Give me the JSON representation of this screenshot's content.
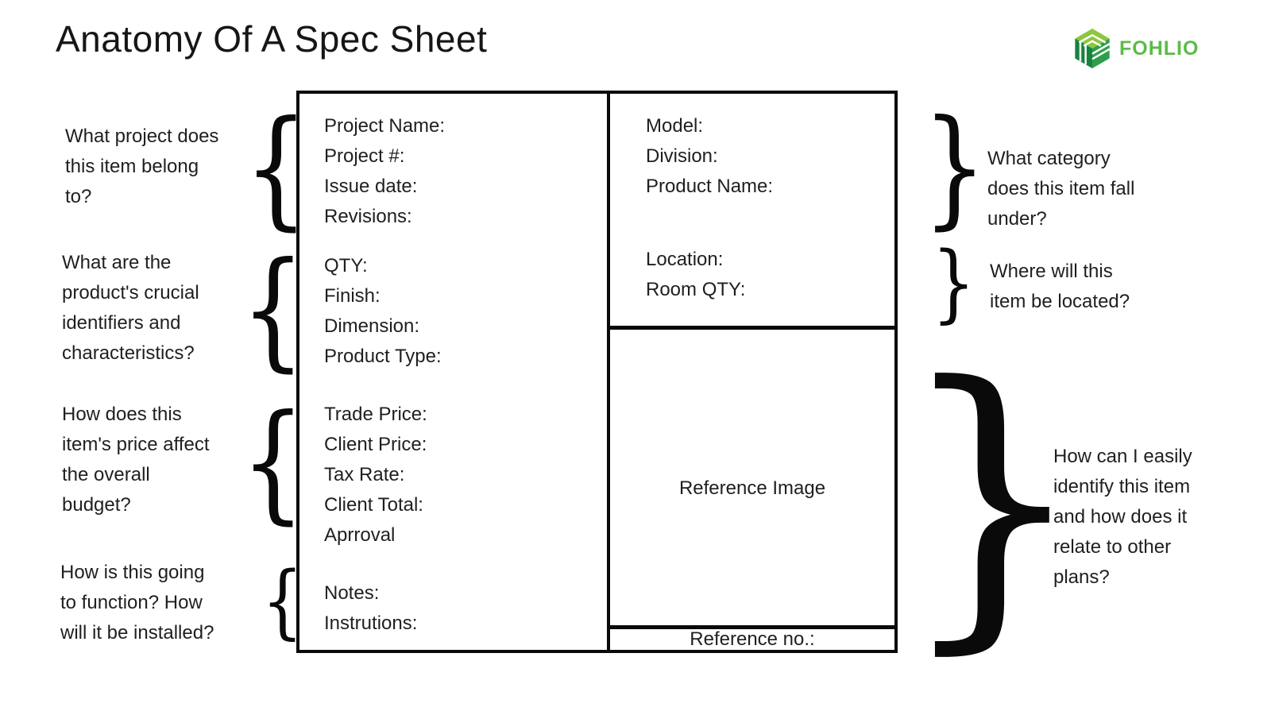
{
  "header": {
    "title": "Anatomy Of A Spec Sheet",
    "logo": {
      "brand": "FOHLIO"
    }
  },
  "colors": {
    "brand_green": "#5cbb49",
    "cube_dark_green": "#17833f",
    "cube_mid_green": "#2e9e4c",
    "cube_light_green": "#8dc63f",
    "ink": "#1f1f1f",
    "border_black": "#0a0a0a"
  },
  "spec_sheet": {
    "left_column": {
      "project_group": [
        "Project Name:",
        "Project #:",
        "Issue date:",
        "Revisions:"
      ],
      "identifier_group": [
        "QTY:",
        "Finish:",
        "Dimension:",
        "Product Type:"
      ],
      "price_group": [
        "Trade Price:",
        "Client Price:",
        "Tax Rate:",
        "Client Total:",
        "Aprroval"
      ],
      "notes_group": [
        "Notes:",
        "Instrutions:"
      ]
    },
    "right_column": {
      "category_group": [
        "Model:",
        "Division:",
        "Product Name:"
      ],
      "location_group": [
        "Location:",
        "Room QTY:"
      ],
      "reference_image_label": "Reference Image",
      "reference_no_label": "Reference no.:"
    }
  },
  "annotations": {
    "left": [
      {
        "lines": [
          "What project does",
          "this item belong",
          "to?"
        ]
      },
      {
        "lines": [
          "What are the",
          "product's crucial",
          "identifiers and",
          "characteristics?"
        ]
      },
      {
        "lines": [
          "How does this",
          "item's price affect",
          "the overall",
          "budget?"
        ]
      },
      {
        "lines": [
          "How is this going",
          "to function? How",
          "will it be installed?"
        ]
      }
    ],
    "right": [
      {
        "lines": [
          "What category",
          "does this item fall",
          "under?"
        ]
      },
      {
        "lines": [
          "Where will this",
          "item be located?"
        ]
      },
      {
        "lines": [
          "How can I easily",
          "identify this item",
          "and how does it",
          "relate to other",
          "plans?"
        ]
      }
    ]
  },
  "glyphs": {
    "open_brace": "{",
    "close_brace": "}"
  }
}
